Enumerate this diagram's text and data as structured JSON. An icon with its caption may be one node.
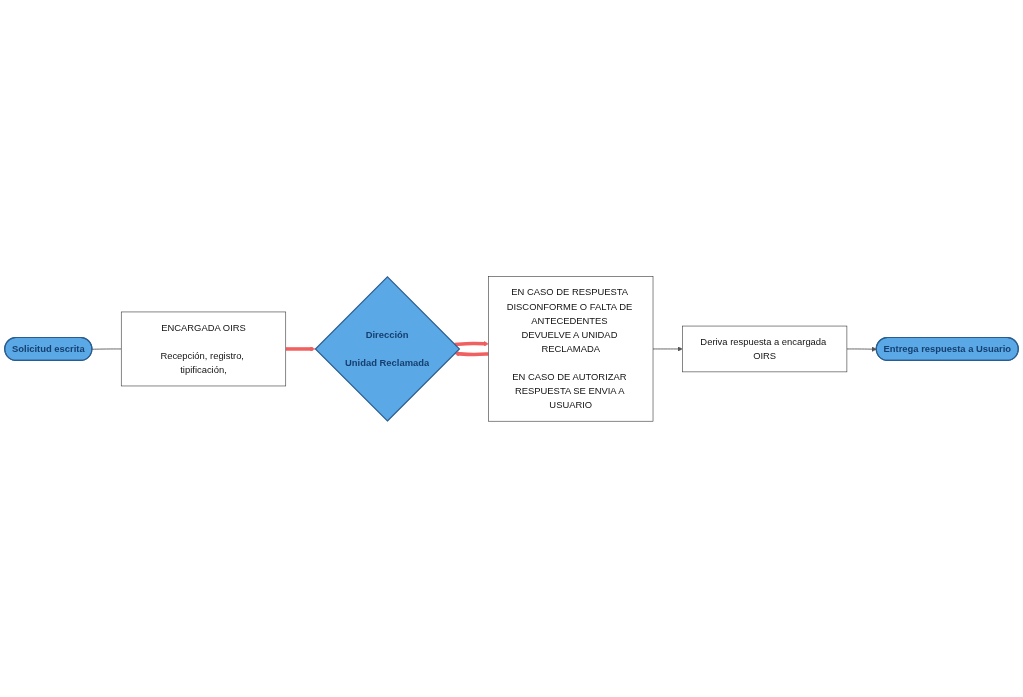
{
  "diagram": {
    "nodes": [
      {
        "text": [
          "Solicitud escrita"
        ]
      },
      {
        "text": [
          "ENCARGADA OIRS",
          "Recepción, registro, tipificación,"
        ]
      },
      {
        "text": [
          "Dirección",
          "Unidad Reclamada"
        ]
      },
      {
        "text": [
          "EN CASO DE RESPUESTA DISCONFORME O FALTA DE ANTECEDENTES DEVUELVE A UNIDAD RECLAMADA",
          "EN CASO DE AUTORIZAR RESPUESTA SE ENVIA A USUARIO"
        ]
      },
      {
        "text": [
          "Deriva respuesta a encargada OIRS"
        ]
      },
      {
        "text": [
          "Entrega respuesta a Usuario"
        ]
      }
    ],
    "edges": [
      {
        "from": 0,
        "to": 1,
        "arrow": "none"
      },
      {
        "from": 1,
        "to": 2,
        "arrow": "to",
        "style": "thick",
        "color": "#f06060"
      },
      {
        "from": 2,
        "to": 3,
        "arrow": "to",
        "style": "thick",
        "color": "#f06060"
      },
      {
        "from": 3,
        "to": 2,
        "arrow": "to",
        "style": "thick",
        "color": "#f06060"
      },
      {
        "from": 3,
        "to": 4,
        "arrow": "to"
      },
      {
        "from": 4,
        "to": 5,
        "arrow": "to"
      }
    ]
  }
}
